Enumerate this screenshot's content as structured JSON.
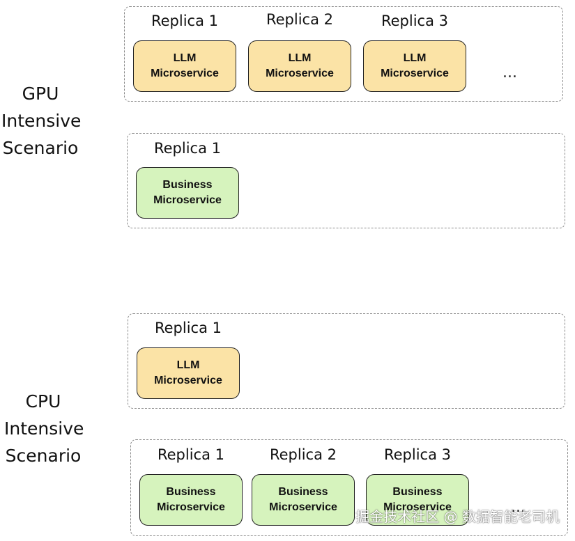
{
  "scenarios": {
    "gpu": {
      "lines": [
        "GPU",
        "Intensive",
        "Scenario"
      ]
    },
    "cpu": {
      "lines": [
        "CPU",
        "Intensive",
        "Scenario"
      ]
    }
  },
  "gpu_llm_group": {
    "replicas": [
      {
        "label": "Replica 1",
        "line1": "LLM",
        "line2": "Microservice"
      },
      {
        "label": "Replica 2",
        "line1": "LLM",
        "line2": "Microservice"
      },
      {
        "label": "Replica 3",
        "line1": "LLM",
        "line2": "Microservice"
      }
    ],
    "ellipsis": "..."
  },
  "gpu_business_group": {
    "replicas": [
      {
        "label": "Replica 1",
        "line1": "Business",
        "line2": "Microservice"
      }
    ]
  },
  "cpu_llm_group": {
    "replicas": [
      {
        "label": "Replica 1",
        "line1": "LLM",
        "line2": "Microservice"
      }
    ]
  },
  "cpu_business_group": {
    "replicas": [
      {
        "label": "Replica 1",
        "line1": "Business",
        "line2": "Microservice"
      },
      {
        "label": "Replica 2",
        "line1": "Business",
        "line2": "Microservice"
      },
      {
        "label": "Replica 3",
        "line1": "Business",
        "line2": "Microservice"
      }
    ],
    "ellipsis": "..."
  },
  "watermark": "掘金技术社区 @ 数据智能老司机",
  "colors": {
    "llm_fill": "#fbe3a6",
    "business_fill": "#d6f3bd",
    "group_border": "#8a8a8a"
  }
}
